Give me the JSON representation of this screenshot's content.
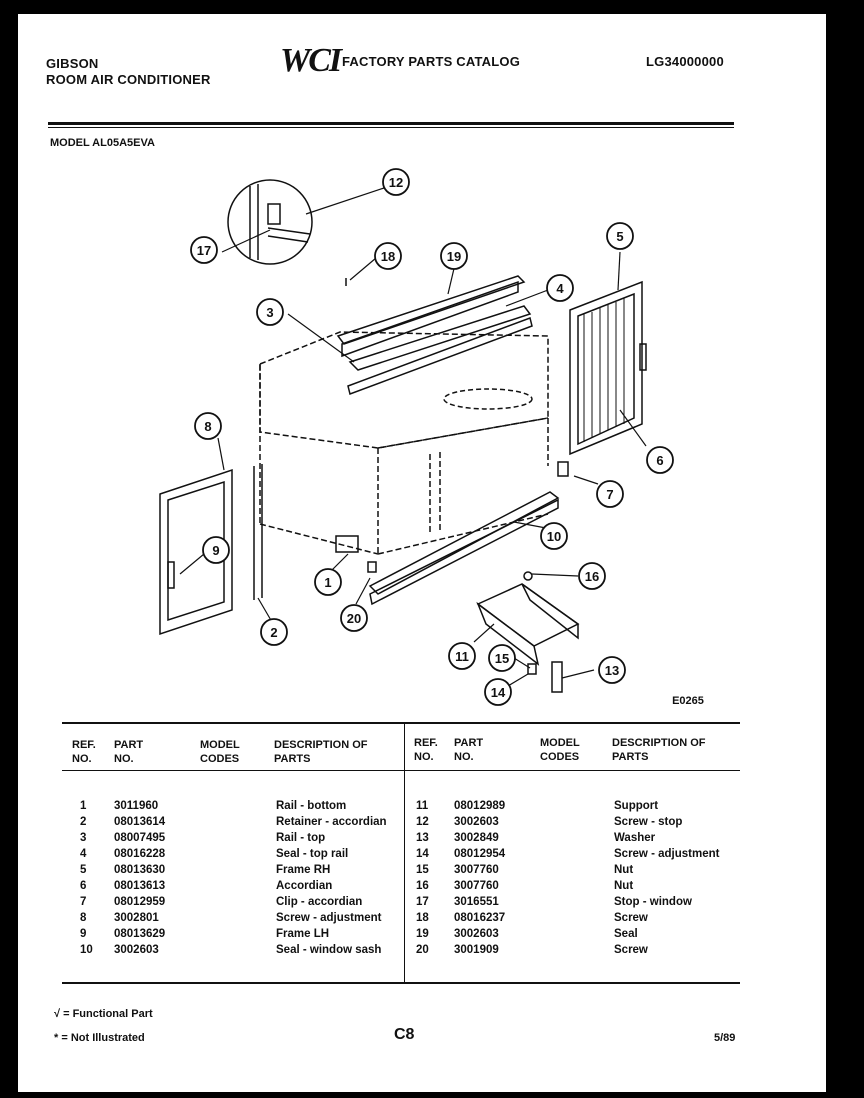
{
  "header": {
    "brand": "GIBSON",
    "product": "ROOM AIR CONDITIONER",
    "logo_text": "WCI",
    "catalog_title": "FACTORY PARTS CATALOG",
    "catalog_number": "LG34000000",
    "model_label": "MODEL AL05A5EVA"
  },
  "diagram": {
    "code": "E0265",
    "callouts": [
      "12",
      "17",
      "18",
      "19",
      "3",
      "4",
      "5",
      "6",
      "7",
      "8",
      "9",
      "1",
      "2",
      "20",
      "10",
      "16",
      "11",
      "15",
      "14",
      "13"
    ]
  },
  "table": {
    "headers": {
      "ref": "REF. NO.",
      "part": "PART NO.",
      "model": "MODEL CODES",
      "desc": "DESCRIPTION OF PARTS"
    },
    "left_rows": [
      {
        "ref": "1",
        "part": "3011960",
        "desc": "Rail - bottom"
      },
      {
        "ref": "2",
        "part": "08013614",
        "desc": "Retainer - accordian"
      },
      {
        "ref": "3",
        "part": "08007495",
        "desc": "Rail - top"
      },
      {
        "ref": "4",
        "part": "08016228",
        "desc": "Seal - top rail"
      },
      {
        "ref": "5",
        "part": "08013630",
        "desc": "Frame RH"
      },
      {
        "ref": "6",
        "part": "08013613",
        "desc": "Accordian"
      },
      {
        "ref": "7",
        "part": "08012959",
        "desc": "Clip - accordian"
      },
      {
        "ref": "8",
        "part": "3002801",
        "desc": "Screw - adjustment"
      },
      {
        "ref": "9",
        "part": "08013629",
        "desc": "Frame LH"
      },
      {
        "ref": "10",
        "part": "3002603",
        "desc": "Seal - window sash"
      }
    ],
    "right_rows": [
      {
        "ref": "11",
        "part": "08012989",
        "desc": "Support"
      },
      {
        "ref": "12",
        "part": "3002603",
        "desc": "Screw - stop"
      },
      {
        "ref": "13",
        "part": "3002849",
        "desc": "Washer"
      },
      {
        "ref": "14",
        "part": "08012954",
        "desc": "Screw - adjustment"
      },
      {
        "ref": "15",
        "part": "3007760",
        "desc": "Nut"
      },
      {
        "ref": "16",
        "part": "3007760",
        "desc": "Nut"
      },
      {
        "ref": "17",
        "part": "3016551",
        "desc": "Stop - window"
      },
      {
        "ref": "18",
        "part": "08016237",
        "desc": "Screw"
      },
      {
        "ref": "19",
        "part": "3002603",
        "desc": "Seal"
      },
      {
        "ref": "20",
        "part": "3001909",
        "desc": "Screw"
      }
    ]
  },
  "footer": {
    "legend_functional": "√ = Functional Part",
    "legend_not_illustrated": "* = Not Illustrated",
    "page_code": "C8",
    "date": "5/89"
  }
}
